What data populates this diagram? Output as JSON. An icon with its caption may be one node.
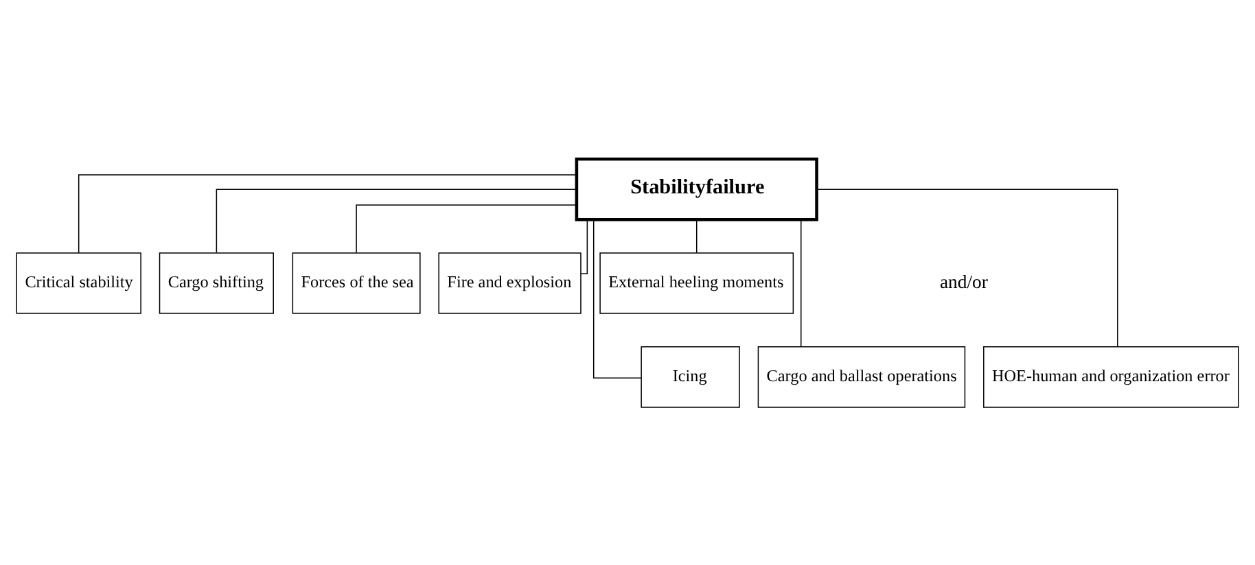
{
  "diagram": {
    "nodes": [
      {
        "text": [
          "Stabilityfailure"
        ]
      },
      {
        "text": [
          "Critical stability"
        ]
      },
      {
        "text": [
          "Cargo shifting"
        ]
      },
      {
        "text": [
          "Forces of the sea"
        ]
      },
      {
        "text": [
          "Fire and explosion"
        ]
      },
      {
        "text": [
          "External heeling moments"
        ]
      },
      {
        "text": [
          "Icing"
        ]
      },
      {
        "text": [
          "Cargo and ballast operations"
        ]
      },
      {
        "text": [
          "HOE-human and organization error"
        ]
      }
    ],
    "edges": [
      {
        "from": 0,
        "to": 1,
        "arrow": "none"
      },
      {
        "from": 0,
        "to": 2,
        "arrow": "none"
      },
      {
        "from": 0,
        "to": 3,
        "arrow": "none"
      },
      {
        "from": 0,
        "to": 4,
        "arrow": "none"
      },
      {
        "from": 0,
        "to": 5,
        "arrow": "none"
      },
      {
        "from": 0,
        "to": 6,
        "arrow": "none"
      },
      {
        "from": 0,
        "to": 7,
        "arrow": "none"
      },
      {
        "from": 0,
        "to": 8,
        "arrow": "none"
      }
    ],
    "labels": [
      "and/or"
    ]
  }
}
